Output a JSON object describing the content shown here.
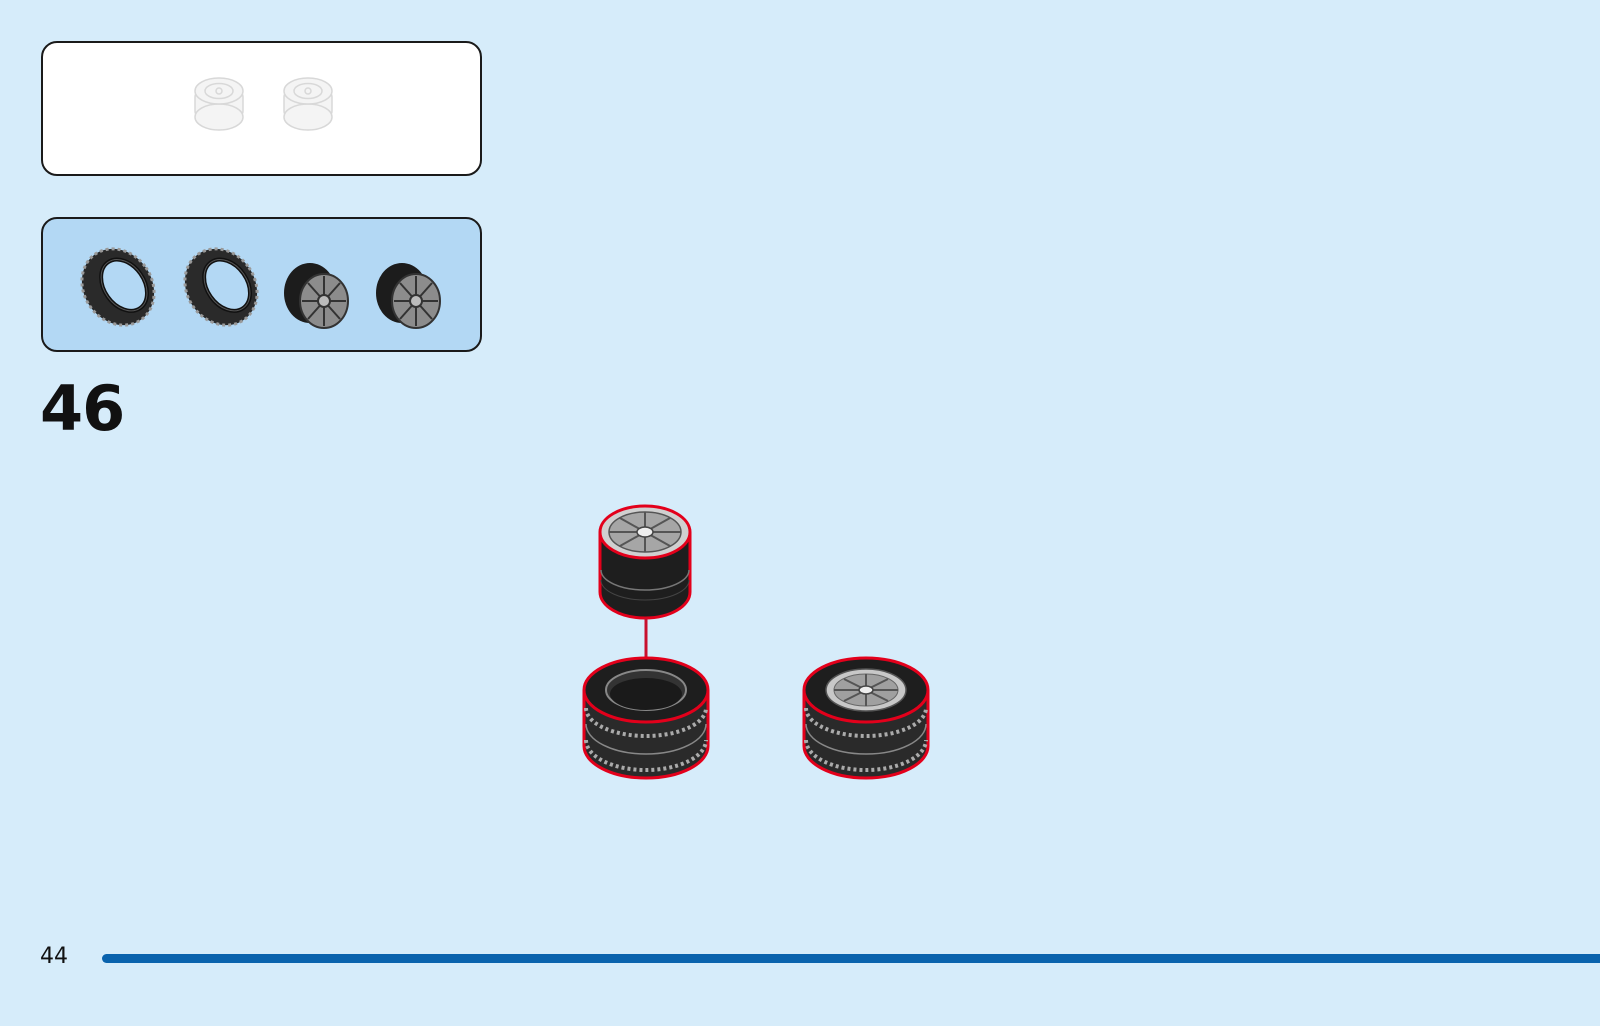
{
  "step_number": "46",
  "page_number": "44",
  "panels": {
    "finished_submodel": {
      "icon": "ghost-wheel-pair-icon",
      "count": 2
    },
    "parts_list": {
      "items": [
        "tire-icon",
        "tire-icon",
        "rim-icon",
        "rim-icon"
      ]
    }
  },
  "illustration": {
    "items": [
      "rim-icon",
      "arrow-down-icon",
      "tire-icon",
      "wheel-assembled-icon"
    ],
    "highlight_color": "#e3001b"
  },
  "colors": {
    "background": "#d6ecfa",
    "parts_panel": "#b3d8f4",
    "progress_bar": "#0a63ad"
  }
}
